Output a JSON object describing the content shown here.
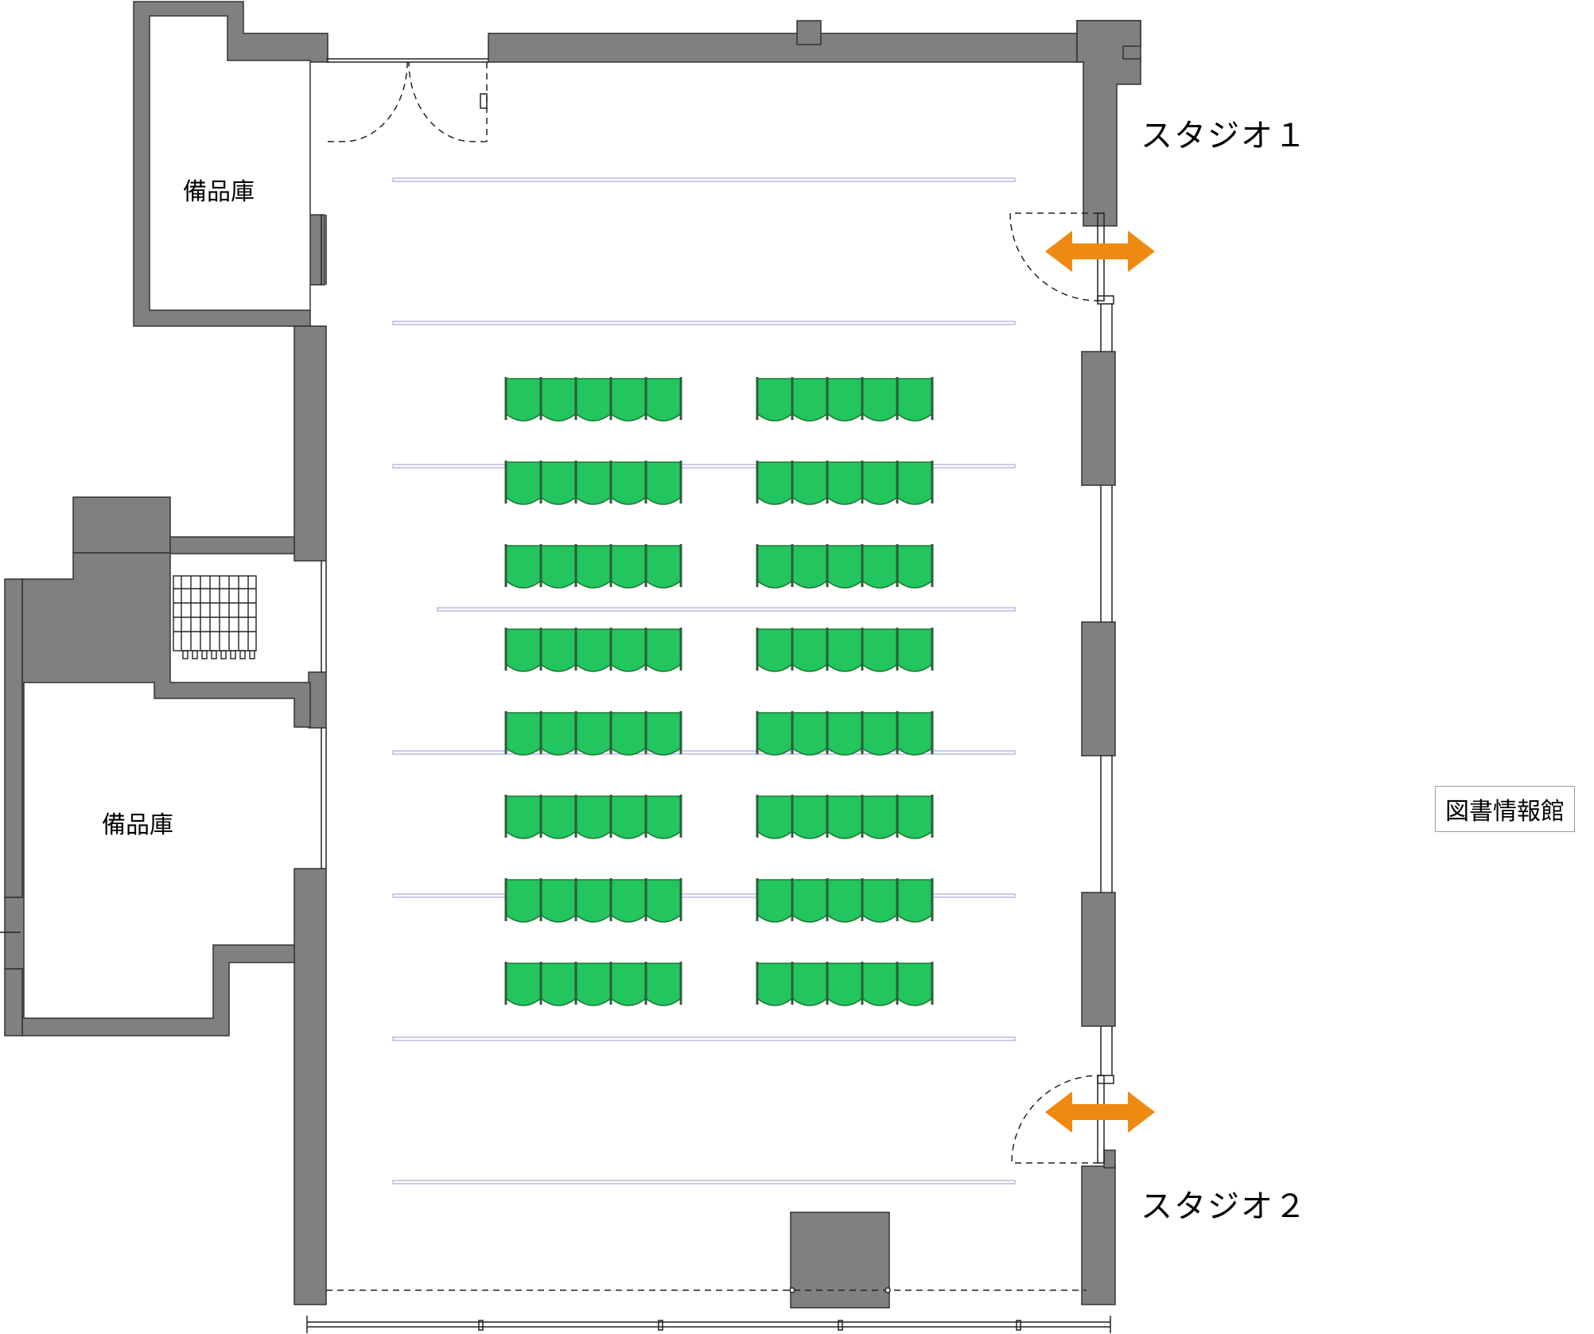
{
  "labels": {
    "storage_top": "備品庫",
    "storage_bottom": "備品庫",
    "studio_1": "スタジオ１",
    "studio_2": "スタジオ２",
    "library": "図書情報館"
  },
  "seating": {
    "rows": 8,
    "blocks": 2,
    "seats_per_block_row": 5,
    "seat_color": "#22c55e",
    "seat_edge": "#1a7a34"
  },
  "colors": {
    "wall": "#808080",
    "arrow": "#ee8a12",
    "guide_line": "#b8b8e8"
  }
}
